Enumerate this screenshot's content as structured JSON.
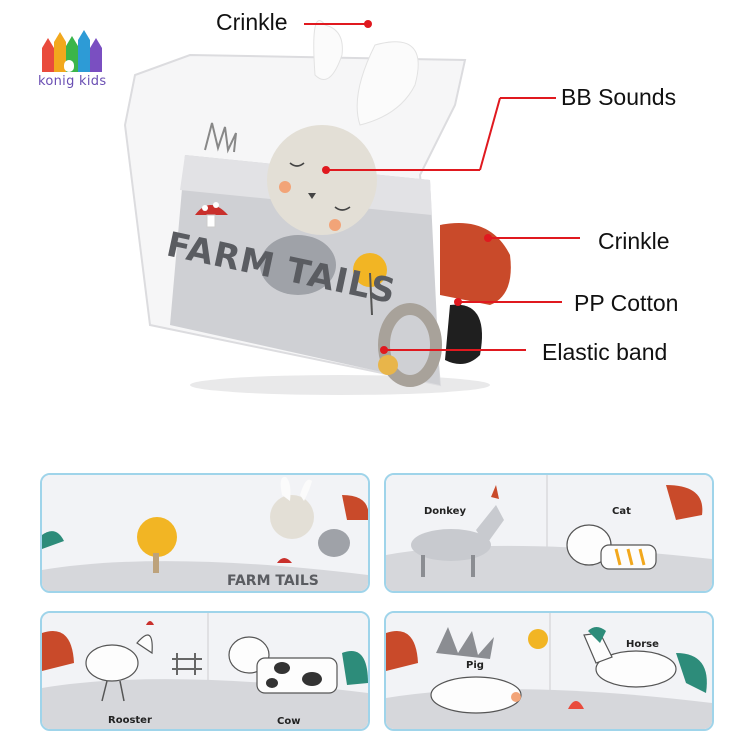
{
  "brand": {
    "name": "konig kids",
    "colors": [
      "#e94b3c",
      "#f2a81d",
      "#3bb54a",
      "#2d9bd6",
      "#7a4fc1"
    ]
  },
  "hero": {
    "book_title": "FARM TAILS",
    "callouts": [
      {
        "label": "Crinkle"
      },
      {
        "label": "BB Sounds"
      },
      {
        "label": "Crinkle"
      },
      {
        "label": "PP Cotton"
      },
      {
        "label": "Elastic band"
      }
    ],
    "accent_color": "#e0191f"
  },
  "panels": [
    {
      "title": "FARM TAILS",
      "labels": []
    },
    {
      "title": "",
      "labels": [
        "Donkey",
        "Cat"
      ]
    },
    {
      "title": "",
      "labels": [
        "Rooster",
        "Cow"
      ]
    },
    {
      "title": "",
      "labels": [
        "Pig",
        "Horse"
      ]
    }
  ],
  "panel_border_color": "#9fd4ea"
}
